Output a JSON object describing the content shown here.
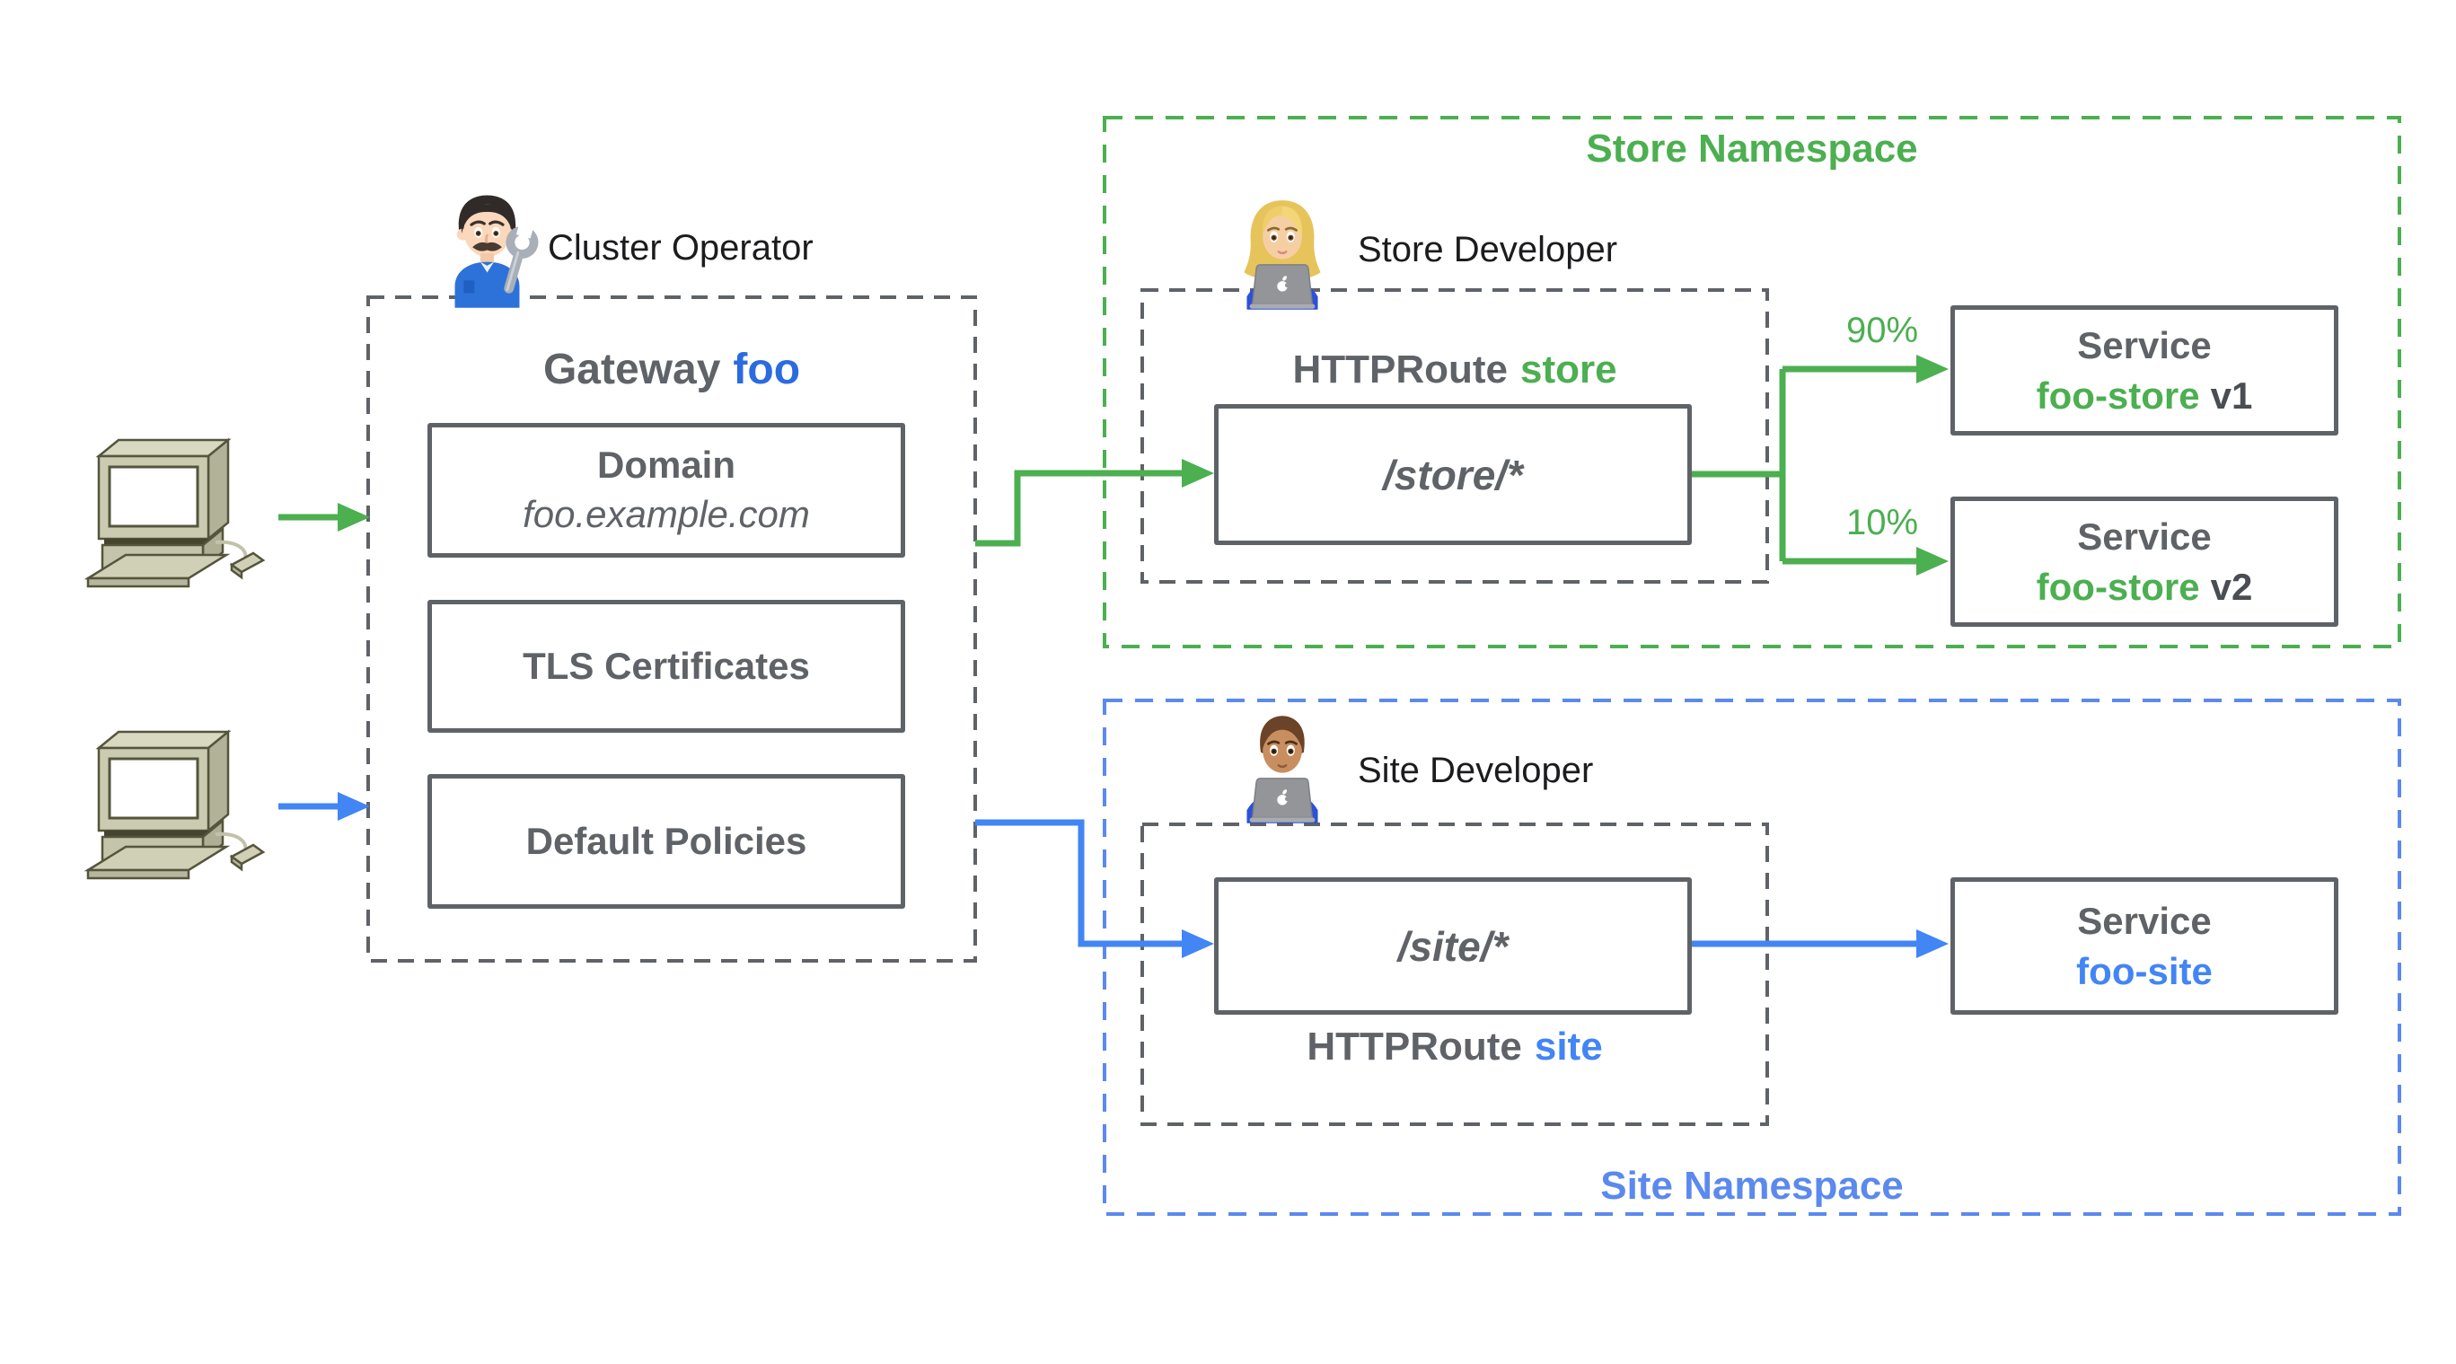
{
  "colors": {
    "green": "#4CAF50",
    "blue_arrow": "#4285F4",
    "blue_deep": "#2B6BE0",
    "blue_light": "#5B89EE",
    "gray_border": "#5F6368",
    "pc_beige": "#CBCBB1",
    "background": "#FFFFFF"
  },
  "icons": {
    "client_upper": "retro-computer-icon",
    "client_lower": "retro-computer-icon",
    "cluster_operator": "man-mechanic-emoji",
    "store_developer": "woman-technologist-emoji",
    "site_developer": "man-technologist-emoji"
  },
  "personas": {
    "cluster_operator": {
      "label": "Cluster Operator"
    },
    "store_developer": {
      "label": "Store Developer"
    },
    "site_developer": {
      "label": "Site Developer"
    }
  },
  "gateway": {
    "title_prefix": "Gateway",
    "title_name": "foo",
    "domain": {
      "title": "Domain",
      "value": "foo.example.com"
    },
    "tls": {
      "label": "TLS Certificates"
    },
    "policies": {
      "label": "Default Policies"
    }
  },
  "store_namespace": {
    "title": "Store Namespace",
    "route": {
      "prefix": "HTTPRoute",
      "name": "store",
      "path": "/store/*"
    },
    "weights": {
      "v1": "90%",
      "v2": "10%"
    },
    "services": [
      {
        "kind": "Service",
        "name": "foo-store",
        "version": "v1"
      },
      {
        "kind": "Service",
        "name": "foo-store",
        "version": "v2"
      }
    ]
  },
  "site_namespace": {
    "title": "Site Namespace",
    "route": {
      "prefix": "HTTPRoute",
      "name": "site",
      "path": "/site/*"
    },
    "service": {
      "kind": "Service",
      "name": "foo-site"
    }
  }
}
